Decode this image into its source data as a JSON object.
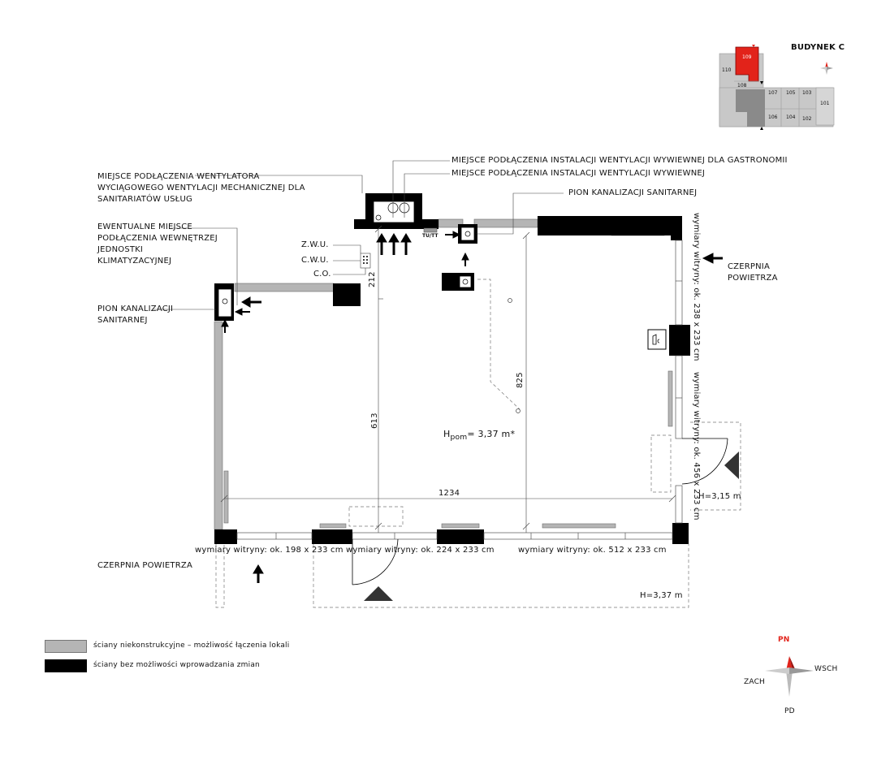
{
  "building": {
    "title": "BUDYNEK C",
    "units": [
      "109",
      "110",
      "108",
      "107",
      "105",
      "103",
      "101",
      "106",
      "104",
      "102"
    ]
  },
  "callouts": {
    "gastro_vent": "MIEJSCE PODŁĄCZENIA INSTALACJI WENTYLACJI WYWIEWNEJ DLA GASTRONOMII",
    "exhaust_vent": "MIEJSCE PODŁĄCZENIA INSTALACJI WENTYLACJI WYWIEWNEJ",
    "fan_line1": "MIEJSCE PODŁĄCZENIA WENTYLATORA",
    "fan_line2": "WYCIĄGOWEGO WENTYLACJI MECHANICZNEJ DLA",
    "fan_line3": "SANITARIATÓW USŁUG",
    "sewer_top": "PION KANALIZACJI SANITARNEJ",
    "ac_line1": "EWENTUALNE MIEJSCE",
    "ac_line2": "PODŁĄCZENIA WEWNĘTRZEJ",
    "ac_line3": "JEDNOSTKI",
    "ac_line4": "KLIMATYZACYJNEJ",
    "zwu": "Z.W.U.",
    "cwu": "C.W.U.",
    "co": "C.O.",
    "sewer_left_line1": "PION KANALIZACJI",
    "sewer_left_line2": "SANITARNEJ",
    "air_intake_right_line1": "CZERPNIA",
    "air_intake_right_line2": "POWIETRZA",
    "air_intake_bottom": "CZERPNIA POWIETRZA",
    "tu_tt": "TU/TT"
  },
  "dimensions": {
    "d212": "212",
    "d613": "613",
    "d825": "825",
    "d1234": "1234",
    "height_label": "H",
    "height_sub": "pom",
    "height_value": "= 3,37 m*",
    "h_right": "H=3,15 m",
    "h_bottom": "H=3,37 m",
    "win_bottom_left": "wymiary witryny: ok. 198 x 233 cm",
    "win_bottom_mid": "wymiary witryny: ok. 224 x 233 cm",
    "win_bottom_right": "wymiary witryny: ok. 512 x 233 cm",
    "win_right_top": "wymiary witryny: ok. 238 x 233 cm",
    "win_right_bottom": "wymiary witryny: ok. 456 x 233 cm"
  },
  "legend": {
    "nonstructural": "ściany niekonstrukcyjne – możliwość łączenia lokali",
    "structural": "ściany bez możliwości wprowadzania zmian",
    "gray_color": "#b5b5b5",
    "black_color": "#000000"
  },
  "compass": {
    "n": "PN",
    "e": "WSCH",
    "w": "ZACH",
    "s": "PD",
    "accent": "#e2231a"
  }
}
